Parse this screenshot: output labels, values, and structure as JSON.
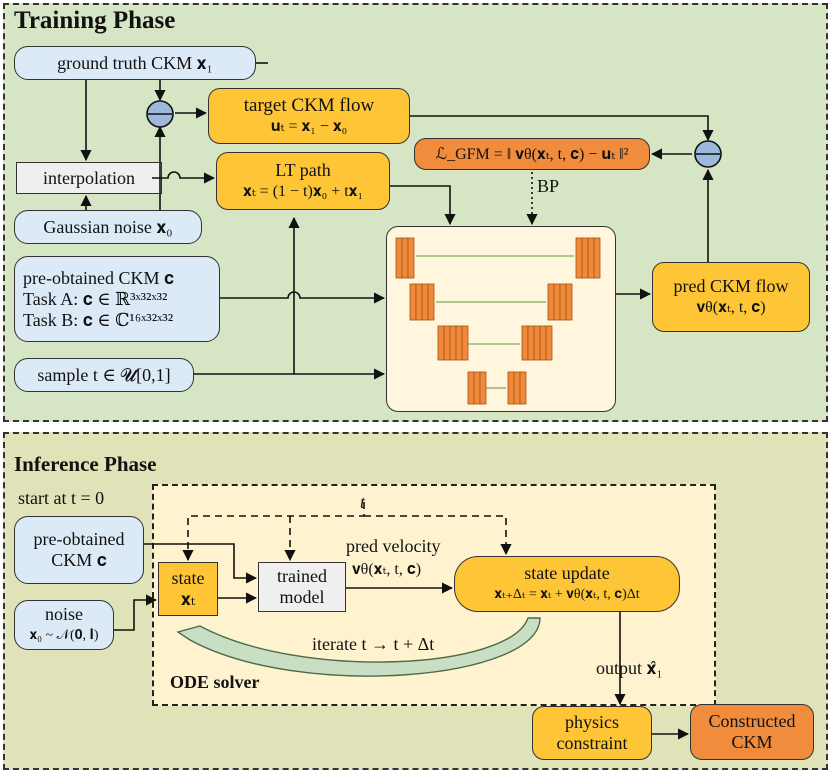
{
  "training": {
    "title": "Training Phase",
    "gt": "ground truth CKM 𝐱₁",
    "interp": "interpolation",
    "noise": "Gaussian noise 𝐱₀",
    "target_title": "target CKM flow",
    "target_eq": "𝐮ₜ = 𝐱₁ − 𝐱₀",
    "lt_title": "LT path",
    "lt_eq": "𝐱ₜ = (1 − t)𝐱₀ + t𝐱₁",
    "loss": "ℒ_GFM = ‖ 𝐯θ(𝐱ₜ, t, 𝐜) − 𝐮ₜ ‖²",
    "bp": "BP",
    "cond_l1": "pre-obtained CKM 𝐜",
    "cond_l2": "Task A: 𝐜 ∈ ℝ³ˣ³²ˣ³²",
    "cond_l3": "Task B: 𝐜 ∈ ℂ¹⁶ˣ³²ˣ³²",
    "sample": "sample t ∈ 𝓤[0,1]",
    "pred_title": "pred CKM flow",
    "pred_eq": "𝐯θ(𝐱ₜ, t, 𝐜)"
  },
  "inference": {
    "title": "Inference Phase",
    "start": "start at t = 0",
    "cond_l1": "pre-obtained",
    "cond_l2": "CKM 𝐜",
    "noise_l1": "noise",
    "noise_l2": "𝐱₀ ~ 𝒩(𝟎, 𝐈)",
    "state_l1": "state",
    "state_l2": "𝐱ₜ",
    "model_l1": "trained",
    "model_l2": "model",
    "t_label": "t",
    "velocity_l1": "pred velocity",
    "velocity_l2": "𝐯θ(𝐱ₜ, t, 𝐜)",
    "update_l1": "state update",
    "update_l2": "𝐱ₜ₊Δₜ = 𝐱ₜ + 𝐯θ(𝐱ₜ, t, 𝐜)Δt",
    "iterate": "iterate  t → t + Δt",
    "ode": "ODE solver",
    "output": "output 𝐱̂₁",
    "physics_l1": "physics",
    "physics_l2": "constraint",
    "constructed_l1": "Constructed",
    "constructed_l2": "CKM"
  },
  "colors": {
    "training_bg": "#d6e6c4",
    "inference_bg": "#dfe3b7",
    "input_box": "#dce9f7",
    "process_box": "#fec536",
    "result_box": "#f08c3c",
    "network_block": "#f08a3a"
  }
}
